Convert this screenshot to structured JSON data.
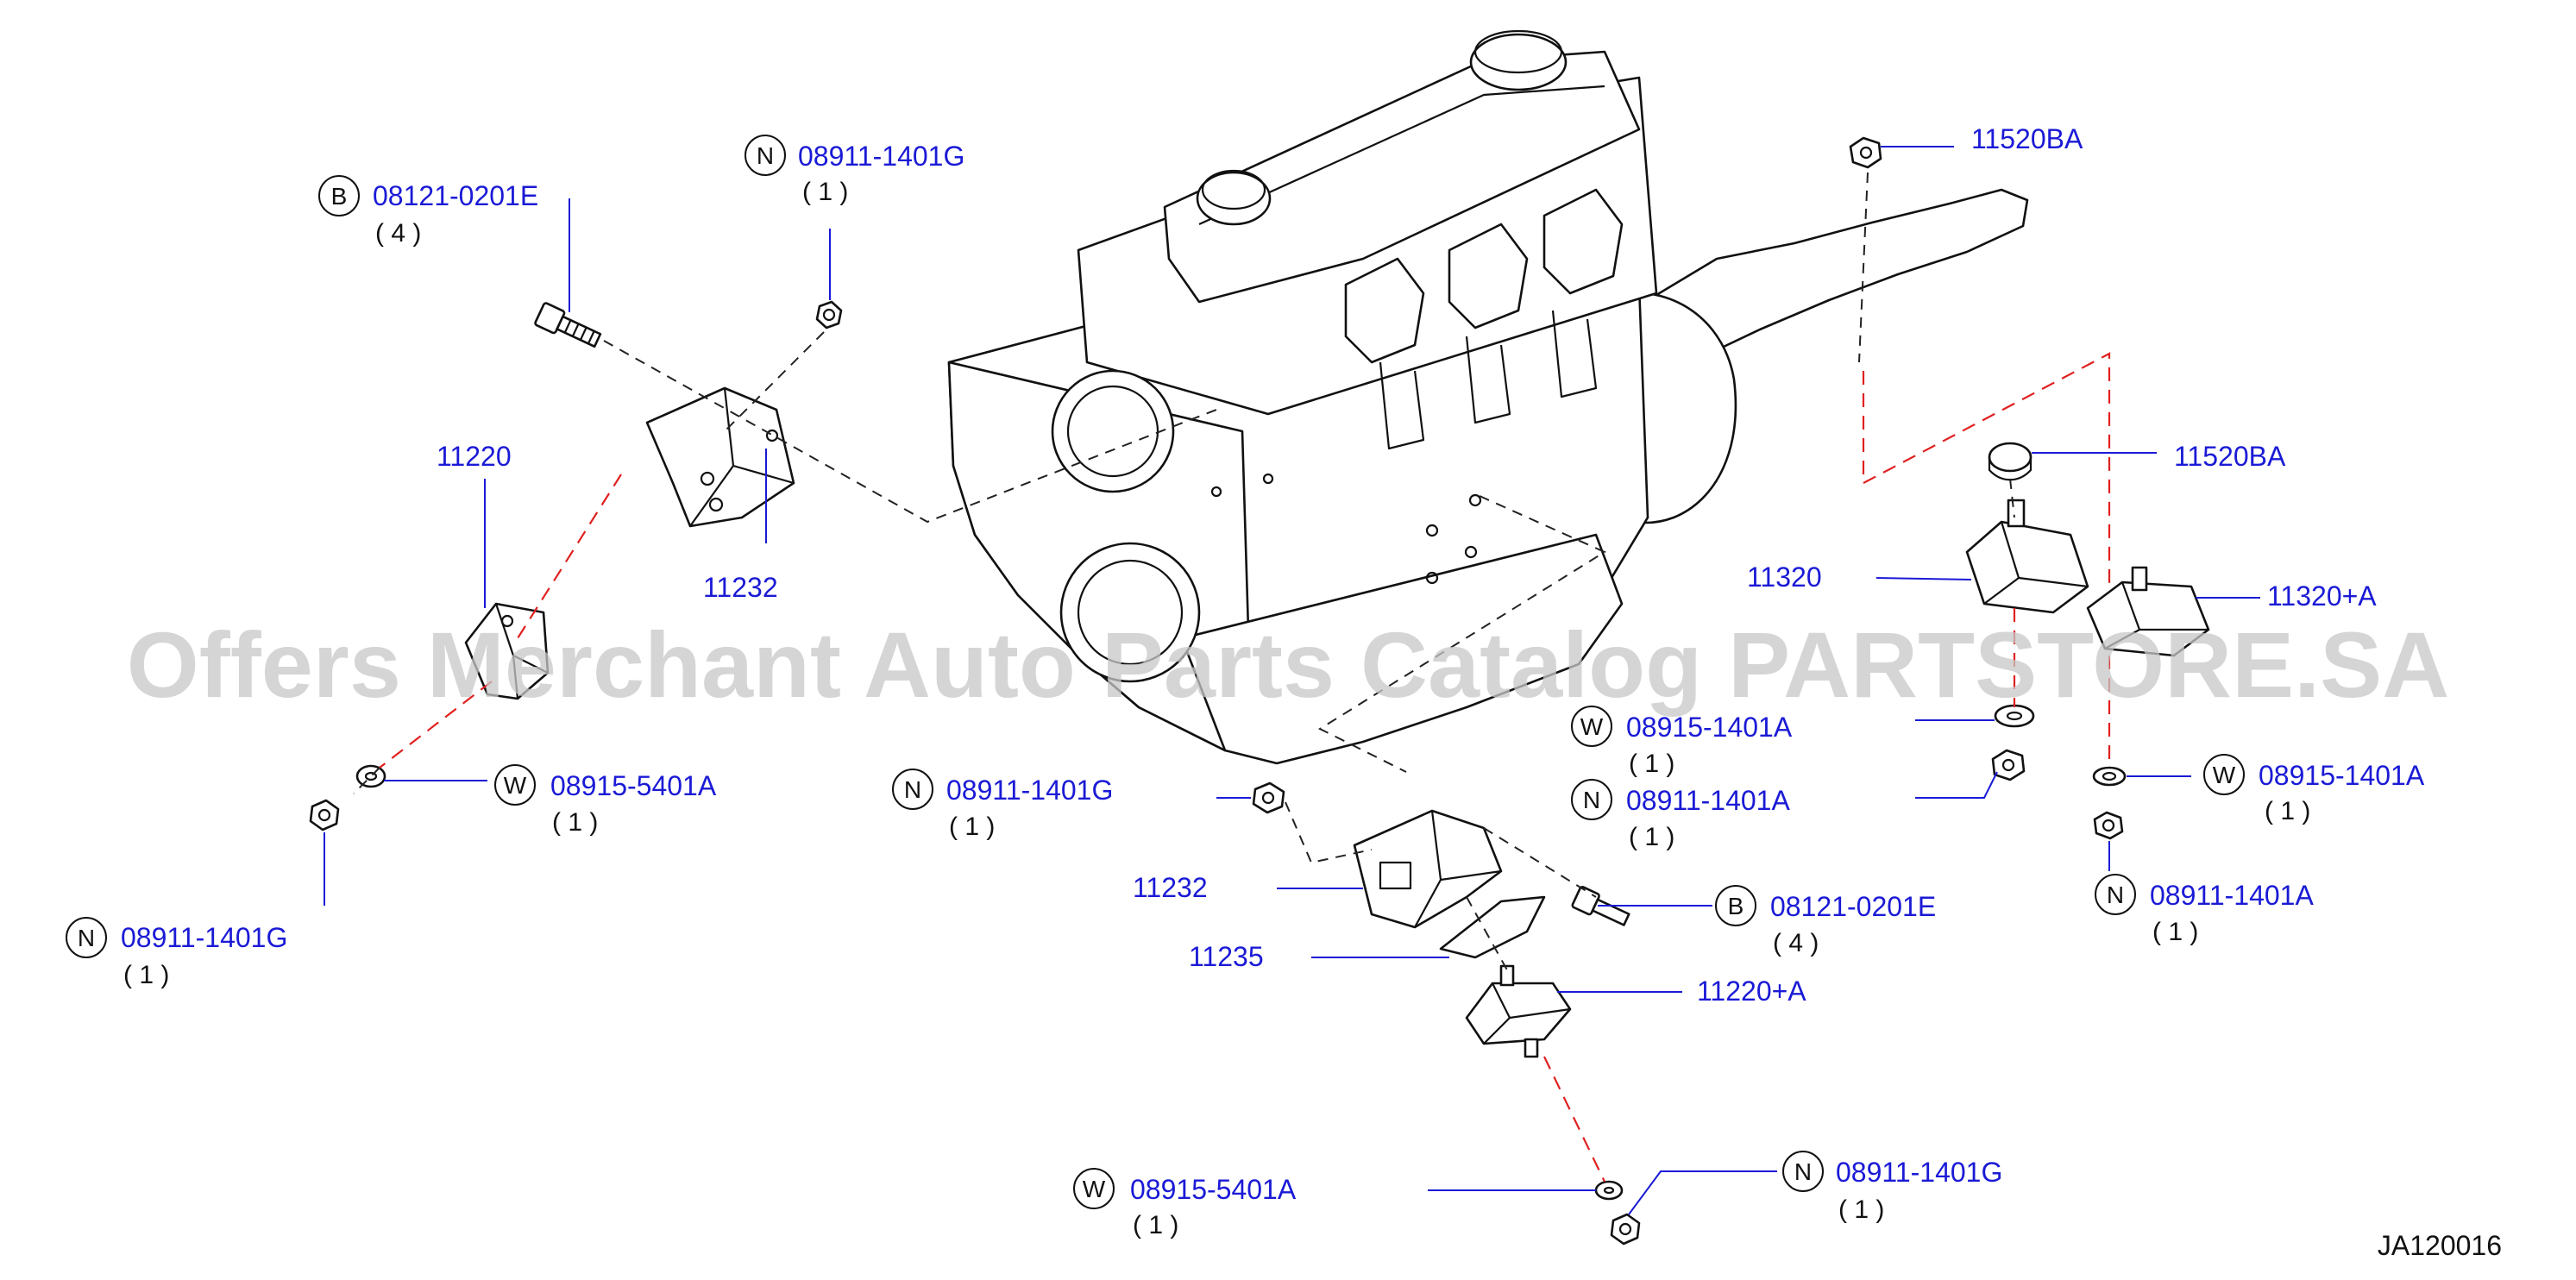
{
  "watermark": "Offers Merchant Auto Parts Catalog PARTSTORE.SA",
  "diagram_ref": "JA120016",
  "callouts": {
    "c1": {
      "marker": "B",
      "part": "08121-0201E",
      "qty": "( 4 )"
    },
    "c2": {
      "marker": "N",
      "part": "08911-1401G",
      "qty": "( 1 )"
    },
    "c3": {
      "part": "11220"
    },
    "c4": {
      "part": "11232"
    },
    "c5": {
      "marker": "W",
      "part": "08915-5401A",
      "qty": "( 1 )"
    },
    "c6": {
      "marker": "N",
      "part": "08911-1401G",
      "qty": "( 1 )"
    },
    "c7": {
      "marker": "N",
      "part": "08911-1401G",
      "qty": "( 1 )"
    },
    "c8": {
      "part": "11232"
    },
    "c9": {
      "part": "11235"
    },
    "c10": {
      "part": "11220+A"
    },
    "c11": {
      "marker": "W",
      "part": "08915-5401A",
      "qty": "( 1 )"
    },
    "c12": {
      "marker": "N",
      "part": "08911-1401G",
      "qty": "( 1 )"
    },
    "c13": {
      "marker": "B",
      "part": "08121-0201E",
      "qty": "( 4 )"
    },
    "c14": {
      "marker": "W",
      "part": "08915-1401A",
      "qty": "( 1 )"
    },
    "c15": {
      "marker": "N",
      "part": "08911-1401A",
      "qty": "( 1 )"
    },
    "c16": {
      "part": "11520BA"
    },
    "c17": {
      "part": "11520BA"
    },
    "c18": {
      "part": "11320"
    },
    "c19": {
      "part": "11320+A"
    },
    "c20": {
      "marker": "W",
      "part": "08915-1401A",
      "qty": "( 1 )"
    },
    "c21": {
      "marker": "N",
      "part": "08911-1401A",
      "qty": "( 1 )"
    }
  },
  "colors": {
    "part_number": "#1a1ad6",
    "red_dash": "#e02020",
    "outline": "#111111",
    "watermark": "#c8c8c8"
  }
}
